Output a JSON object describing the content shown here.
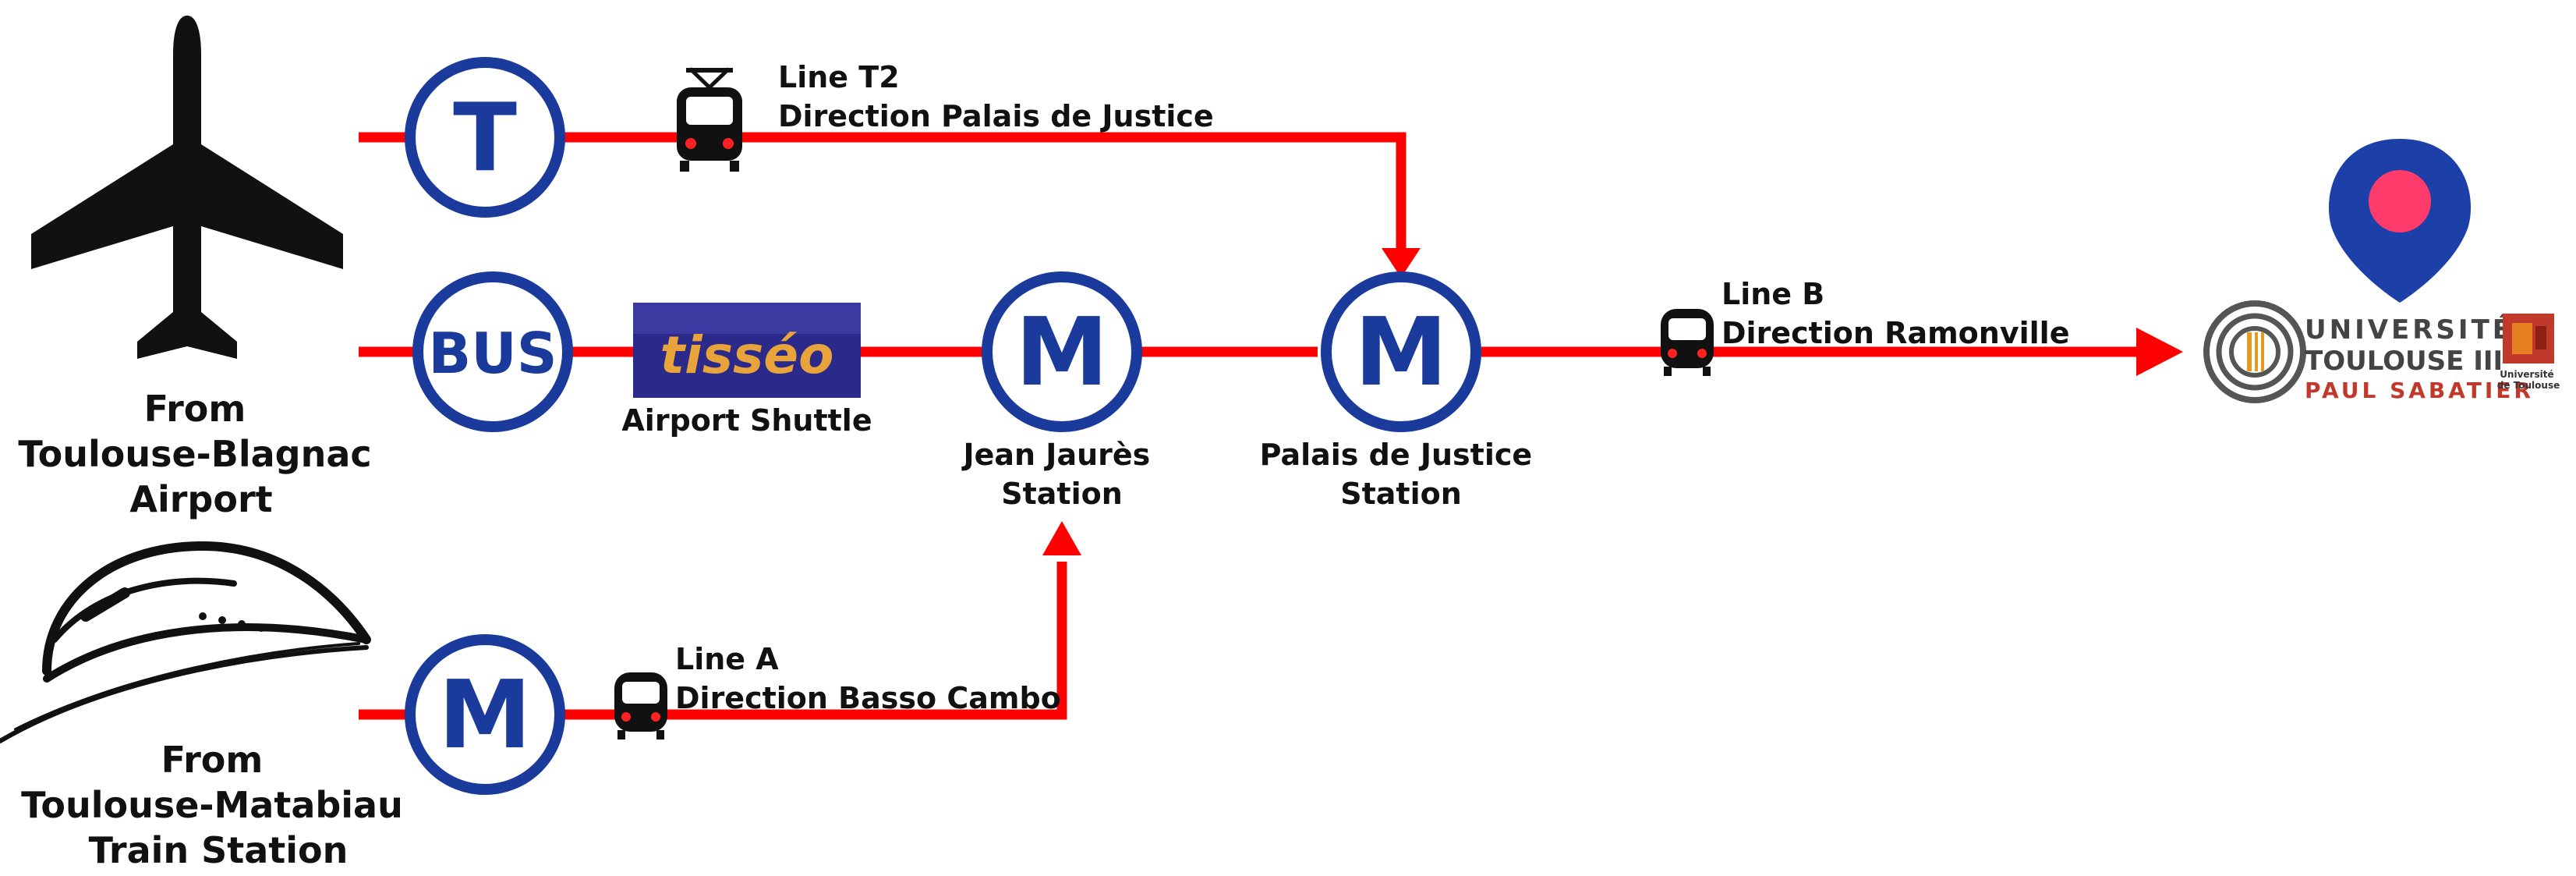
{
  "colors": {
    "route": "#ff0000",
    "badge_ring": "#1a3a9c",
    "badge_text": "#1a3a9c",
    "icon": "#111111",
    "pin": "#1d3fa8",
    "pin_dot": "#ff3b6b",
    "tisseo_bg": "#2b2a8a",
    "tisseo_text": "#e8a33a",
    "ut3_red": "#c0392b"
  },
  "origins": {
    "airport": {
      "icon": "airplane-icon",
      "lines": [
        "From",
        "Toulouse-Blagnac",
        "Airport"
      ]
    },
    "train": {
      "icon": "train-icon",
      "lines": [
        "From",
        "Toulouse-Matabiau",
        "Train Station"
      ]
    }
  },
  "badges": {
    "tram": "T",
    "bus": "BUS",
    "metro_a": "M",
    "metro_jean_jaures": "M",
    "metro_palais": "M"
  },
  "labels": {
    "tram_line": "Line T2",
    "tram_direction": "Direction Palais de Justice",
    "shuttle_logo": "tisséo",
    "shuttle": "Airport Shuttle",
    "metro_a_line": "Line A",
    "metro_a_direction": "Direction Basso Cambo",
    "metro_b_line": "Line B",
    "metro_b_direction": "Direction Ramonville"
  },
  "stations": {
    "jean_jaures": [
      "Jean Jaurès",
      "Station"
    ],
    "palais": [
      "Palais de Justice",
      "Station"
    ]
  },
  "destination": {
    "icon": "map-pin-icon",
    "university_line1": "UNIVERSITÉ",
    "university_line2": "TOULOUSE III",
    "university_line3": "PAUL SABATIER",
    "partner": [
      "Université",
      "de Toulouse"
    ]
  }
}
